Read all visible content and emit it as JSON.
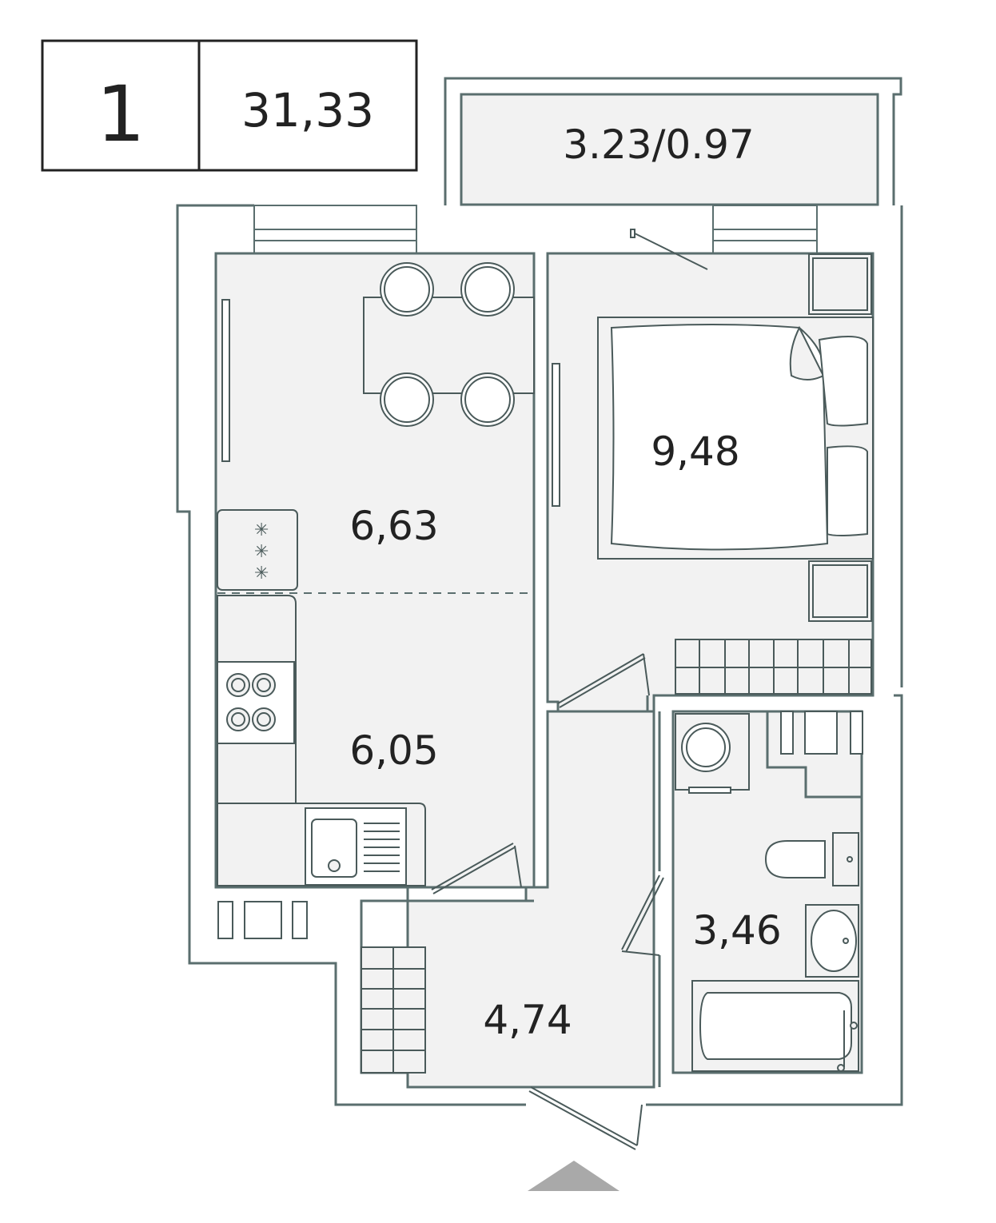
{
  "header": {
    "room_count": "1",
    "total_area": "31,33"
  },
  "rooms": {
    "balcony": "3.23/0.97",
    "kitchen_dining": "6,63",
    "kitchen": "6,05",
    "bedroom": "9,48",
    "hallway": "4,74",
    "bathroom": "3,46"
  },
  "colors": {
    "wall": "#5a6e6e",
    "floor": "#f2f2f2",
    "furniture": "#4a5a5a",
    "entrance_arrow": "#a9a9a9"
  }
}
